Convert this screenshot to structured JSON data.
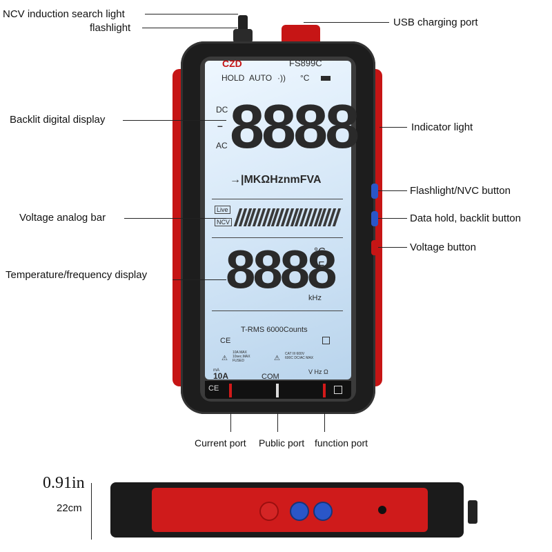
{
  "callouts": {
    "ncv": "NCV induction search light",
    "flashlight": "flashlight",
    "usb": "USB charging port",
    "backlit": "Backlit digital display",
    "indicator": "Indicator light",
    "flash_btn": "Flashlight/NVC button",
    "analog_bar": "Voltage analog bar",
    "hold_btn": "Data hold, backlit button",
    "voltage_btn": "Voltage button",
    "temp": "Temperature/frequency display",
    "current_port": "Current port",
    "public_port": "Public port",
    "function_port": "function port"
  },
  "lcd": {
    "brand": "CZD",
    "model": "FS899C",
    "hold": "HOLD",
    "auto": "AUTO",
    "sound": "·))",
    "celsius_top": "°C",
    "dc": "DC",
    "minus": "–",
    "ac": "AC",
    "main_digits": "8888",
    "units": "→|MKΩHznmFVA",
    "live": "Live",
    "ncv": "NCV",
    "sub_digits": "8888",
    "celsius": "°C",
    "fahrenheit": "°F",
    "khz": "kHz",
    "trms": "T-RMS 6000Counts",
    "ce": "CE",
    "fuse_note_1": "10A MAX",
    "fuse_note_2": "10sec.MAX",
    "fuse_note_3": "FUSED",
    "cat_note_1": "CAT III 600V",
    "cat_note_2": "600C DC/AC MAX",
    "port_ma": "mA",
    "port_10a": "10A",
    "port_com": "COM",
    "port_vhz": "V Hz Ω"
  },
  "dimensions": {
    "thickness_in": "0.91in",
    "thickness_cm": "22cm"
  },
  "colors": {
    "red": "#c61515",
    "blue": "#2a56c8",
    "black": "#1d1d1d"
  },
  "icons": {
    "power": "power-icon",
    "flash": "flashlight-icon",
    "hold": "hold-icon"
  }
}
